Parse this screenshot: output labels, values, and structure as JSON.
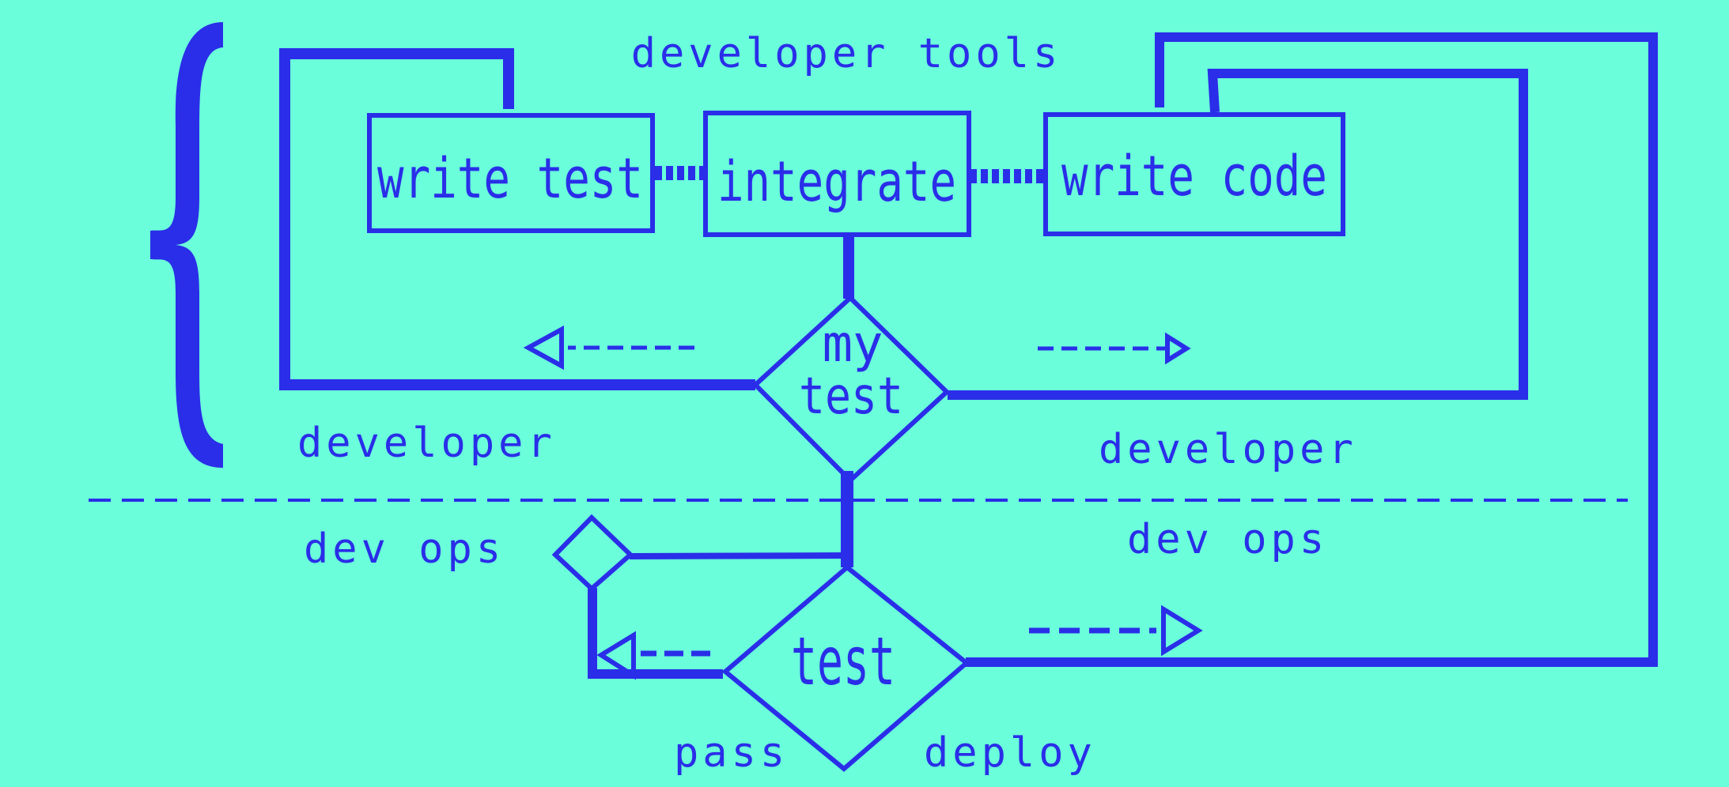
{
  "diagram": {
    "title": "developer tools",
    "nodes": {
      "write_test": "write test",
      "integrate": "integrate",
      "write_code": "write code",
      "my_test_line1": "my",
      "my_test_line2": "test",
      "test": "test"
    },
    "regions": {
      "developer_left": "developer",
      "developer_right": "developer",
      "devops_left": "dev ops",
      "devops_right": "dev ops"
    },
    "edges": {
      "pass": "pass",
      "deploy": "deploy"
    },
    "colors": {
      "background": "#6afedb",
      "ink": "#2a2ee8"
    }
  }
}
